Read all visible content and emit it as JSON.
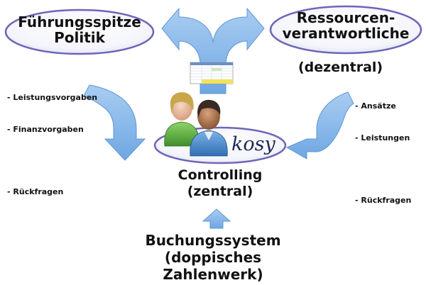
{
  "top_left_node": {
    "line1": "Führungsspitze",
    "line2": "Politik"
  },
  "top_right_node": {
    "line1": "Ressourcen-",
    "line2": "verantwortliche",
    "note": "(dezentral)"
  },
  "left_flow_items": [
    "- Leistungsvorgaben",
    "- Finanzvorgaben",
    "- Rückfragen"
  ],
  "right_flow_items": [
    "- Ansätze",
    "- Leistungen",
    "- Rückfragen"
  ],
  "center_node": {
    "logo": "kosy",
    "line1": "Controlling",
    "line2": "(zentral)"
  },
  "bottom_node": {
    "line1": "Buchungssystem",
    "line2": "(doppisches",
    "line3": "Zahlenwerk)"
  },
  "colors": {
    "arrow": "#7fb4e6",
    "arrow_stroke": "#5e97d3",
    "ellipse_fill": "#ffffff",
    "ellipse_stroke": "#6c66b8"
  }
}
